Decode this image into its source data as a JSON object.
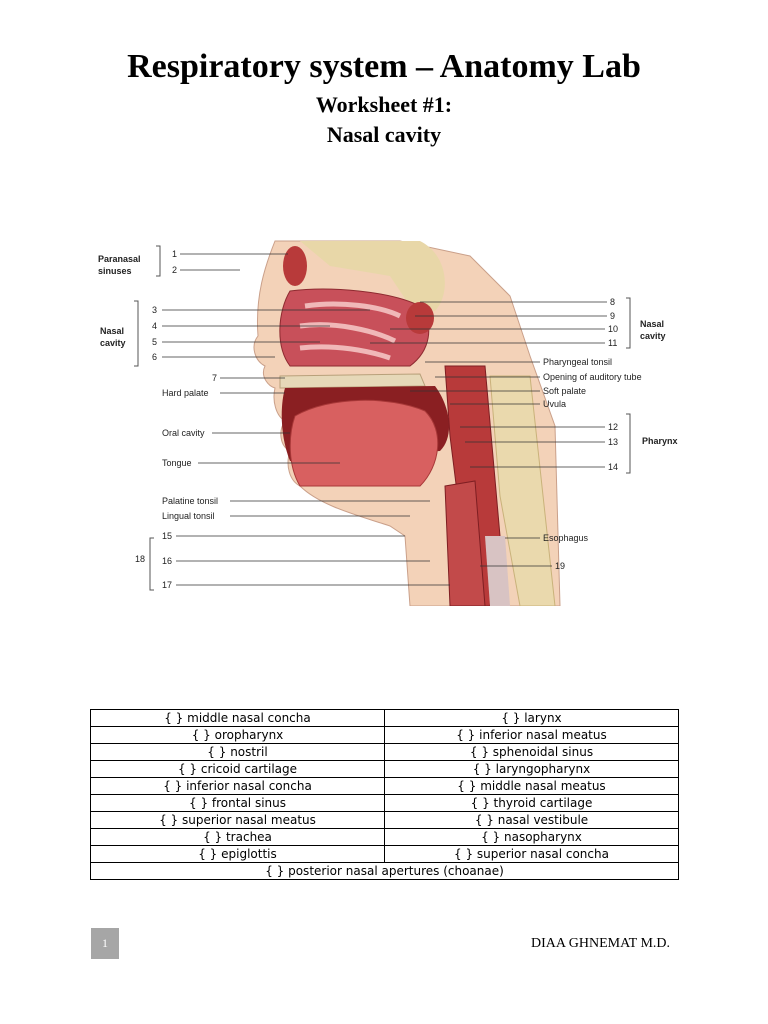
{
  "header": {
    "title": "Respiratory system – Anatomy Lab",
    "subtitle1": "Worksheet #1:",
    "subtitle2": "Nasal cavity"
  },
  "figure": {
    "left_labels": {
      "paranasal_1": "Paranasal",
      "paranasal_2": "sinuses",
      "nasal_1": "Nasal",
      "nasal_2": "cavity",
      "hard_palate": "Hard palate",
      "oral_cavity": "Oral cavity",
      "tongue": "Tongue",
      "palatine_tonsil": "Palatine tonsil",
      "lingual_tonsil": "Lingual tonsil"
    },
    "right_labels": {
      "pharyngeal_tonsil": "Pharyngeal tonsil",
      "auditory_tube": "Opening of auditory tube",
      "soft_palate": "Soft palate",
      "uvula": "Uvula",
      "nasal_1": "Nasal",
      "nasal_2": "cavity",
      "pharynx": "Pharynx",
      "esophagus": "Esophagus"
    },
    "numbers": [
      "1",
      "2",
      "3",
      "4",
      "5",
      "6",
      "7",
      "8",
      "9",
      "10",
      "11",
      "12",
      "13",
      "14",
      "15",
      "16",
      "17",
      "18",
      "19"
    ]
  },
  "table": {
    "rows": [
      [
        "{       } middle nasal concha",
        "{       } larynx"
      ],
      [
        "{       } oropharynx",
        "{       } inferior nasal meatus"
      ],
      [
        "{       } nostril",
        "{       } sphenoidal sinus"
      ],
      [
        "{       } cricoid cartilage",
        "{       } laryngopharynx"
      ],
      [
        "{       } inferior nasal concha",
        "{       } middle nasal meatus"
      ],
      [
        "{       } frontal sinus",
        "{       } thyroid cartilage"
      ],
      [
        "{       } superior nasal meatus",
        "{       } nasal vestibule"
      ],
      [
        "{       } trachea",
        "{       } nasopharynx"
      ],
      [
        "{       } epiglottis",
        "{       } superior nasal concha"
      ]
    ],
    "last_row": "{       } posterior nasal apertures (choanae)"
  },
  "footer": {
    "page_number": "1",
    "author": "DIAA GHNEMAT M.D."
  }
}
